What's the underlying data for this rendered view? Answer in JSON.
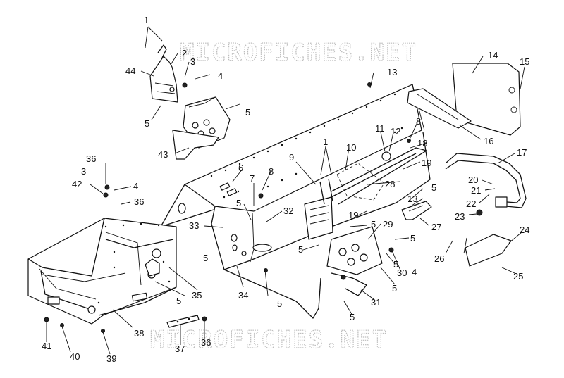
{
  "watermarks": {
    "top": "MICROFICHES.NET",
    "bottom": "MICROFICHES.NET"
  },
  "callouts": [
    {
      "id": "c1a",
      "text": "1"
    },
    {
      "id": "c2",
      "text": "2"
    },
    {
      "id": "c3a",
      "text": "3"
    },
    {
      "id": "c4a",
      "text": "4"
    },
    {
      "id": "c44",
      "text": "44"
    },
    {
      "id": "c5a",
      "text": "5"
    },
    {
      "id": "c5b",
      "text": "5"
    },
    {
      "id": "c43",
      "text": "43"
    },
    {
      "id": "c13a",
      "text": "13"
    },
    {
      "id": "c14",
      "text": "14"
    },
    {
      "id": "c15",
      "text": "15"
    },
    {
      "id": "c16",
      "text": "16"
    },
    {
      "id": "c8a",
      "text": "8"
    },
    {
      "id": "c11",
      "text": "11"
    },
    {
      "id": "c12",
      "text": "12"
    },
    {
      "id": "c18",
      "text": "18"
    },
    {
      "id": "c17",
      "text": "17"
    },
    {
      "id": "c1b",
      "text": "1"
    },
    {
      "id": "c10",
      "text": "10"
    },
    {
      "id": "c9",
      "text": "9"
    },
    {
      "id": "c19a",
      "text": "19"
    },
    {
      "id": "c28",
      "text": "28"
    },
    {
      "id": "c6",
      "text": "6"
    },
    {
      "id": "c8b",
      "text": "8"
    },
    {
      "id": "c7",
      "text": "7"
    },
    {
      "id": "c36a",
      "text": "36"
    },
    {
      "id": "c3b",
      "text": "3"
    },
    {
      "id": "c4b",
      "text": "4"
    },
    {
      "id": "c42",
      "text": "42"
    },
    {
      "id": "c36b",
      "text": "36"
    },
    {
      "id": "c5c",
      "text": "5"
    },
    {
      "id": "c32",
      "text": "32"
    },
    {
      "id": "c33",
      "text": "33"
    },
    {
      "id": "c20",
      "text": "20"
    },
    {
      "id": "c21",
      "text": "21"
    },
    {
      "id": "c22",
      "text": "22"
    },
    {
      "id": "c13b",
      "text": "13"
    },
    {
      "id": "c5d",
      "text": "5"
    },
    {
      "id": "c19b",
      "text": "19"
    },
    {
      "id": "c23",
      "text": "23"
    },
    {
      "id": "c27",
      "text": "27"
    },
    {
      "id": "c5e",
      "text": "5"
    },
    {
      "id": "c29",
      "text": "29"
    },
    {
      "id": "c24",
      "text": "24"
    },
    {
      "id": "c5f",
      "text": "5"
    },
    {
      "id": "c5g",
      "text": "5"
    },
    {
      "id": "c26",
      "text": "26"
    },
    {
      "id": "c5h",
      "text": "5"
    },
    {
      "id": "c30",
      "text": "30"
    },
    {
      "id": "c4c",
      "text": "4"
    },
    {
      "id": "c5i",
      "text": "5"
    },
    {
      "id": "c25",
      "text": "25"
    },
    {
      "id": "c34",
      "text": "34"
    },
    {
      "id": "c35",
      "text": "35"
    },
    {
      "id": "c5j",
      "text": "5"
    },
    {
      "id": "c5k",
      "text": "5"
    },
    {
      "id": "c31",
      "text": "31"
    },
    {
      "id": "c5l",
      "text": "5"
    },
    {
      "id": "c38",
      "text": "38"
    },
    {
      "id": "c5m",
      "text": "5"
    },
    {
      "id": "c41",
      "text": "41"
    },
    {
      "id": "c40",
      "text": "40"
    },
    {
      "id": "c39",
      "text": "39"
    },
    {
      "id": "c37",
      "text": "37"
    },
    {
      "id": "c36c",
      "text": "36"
    }
  ]
}
